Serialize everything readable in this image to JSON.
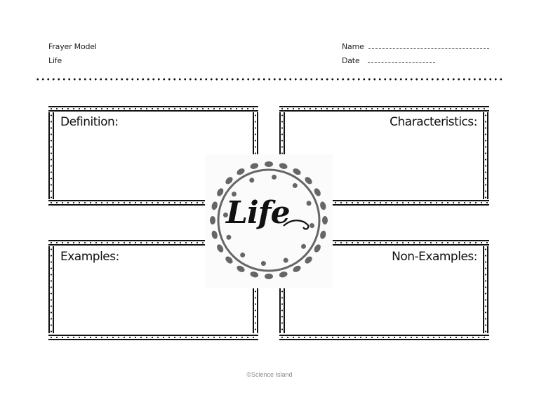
{
  "header": {
    "title": "Frayer Model",
    "topic": "Life",
    "name_label": "Name",
    "date_label": "Date"
  },
  "center": {
    "word": "Life",
    "decoration": "leaf-wreath-icon"
  },
  "boxes": {
    "definition": "Definition:",
    "characteristics": "Characteristics:",
    "examples": "Examples:",
    "non_examples": "Non-Examples:"
  },
  "footer": {
    "copyright": "©Science Island"
  },
  "colors": {
    "ink": "#111111",
    "wreath": "#666666",
    "footer_text": "#8a8a8a"
  }
}
